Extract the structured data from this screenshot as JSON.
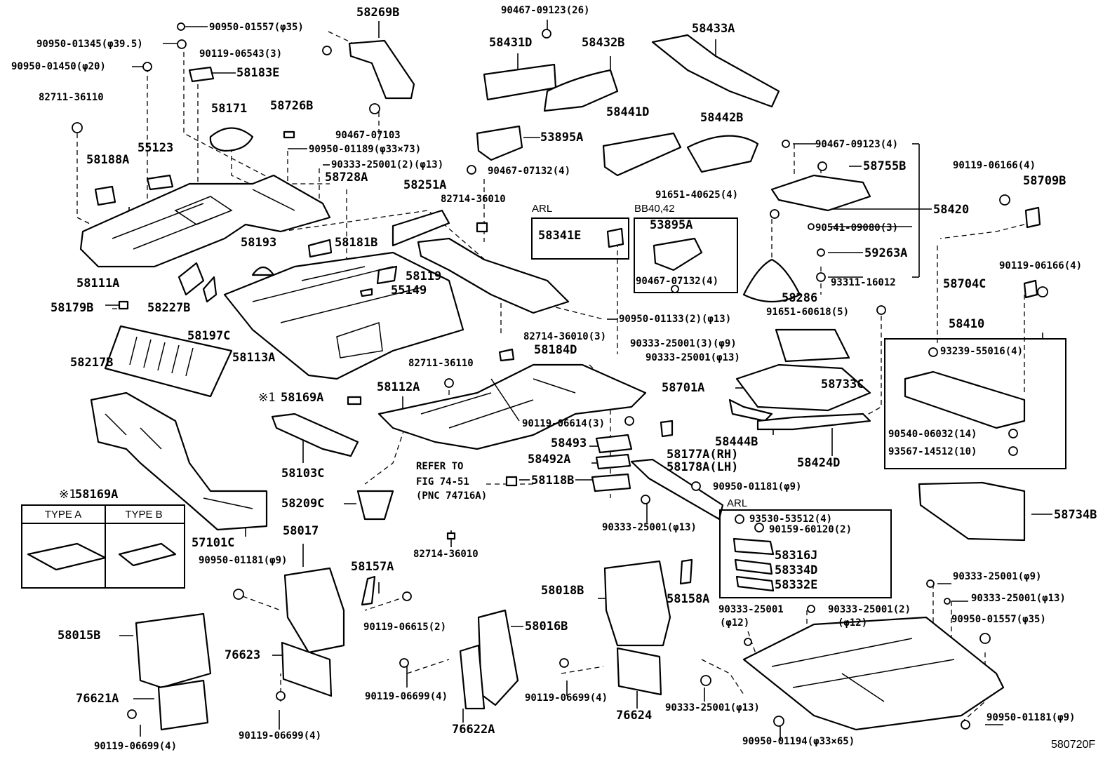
{
  "diagram_id": "580720F",
  "labels": {
    "l58269B": "58269B",
    "l90467_09123_26": "90467-09123(26)",
    "l58433A": "58433A",
    "l90950_01557_a": "90950-01557(φ35)",
    "l90950_01345": "90950-01345(φ39.5)",
    "l90119_06543": "90119-06543(3)",
    "l58431D": "58431D",
    "l58432B": "58432B",
    "l90950_01450": "90950-01450(φ20)",
    "l58183E": "58183E",
    "l82711_36110_a": "82711-36110",
    "l58171": "58171",
    "l58726B": "58726B",
    "l90467_07103": "90467-07103",
    "l58441D": "58441D",
    "l58442B": "58442B",
    "l53895A_a": "53895A",
    "l90950_01189": "90950-01189(φ33×73)",
    "l55123": "55123",
    "l58188A": "58188A",
    "l90333_25001_2_13": "90333-25001(2)(φ13)",
    "l90467_07132_4_a": "90467-07132(4)",
    "l58728A": "58728A",
    "l58251A": "58251A",
    "l82714_36010_a": "82714-36010",
    "l90467_09123_4": "90467-09123(4)",
    "l58755B": "58755B",
    "l90119_06166_a": "90119-06166(4)",
    "l58709B": "58709B",
    "l91651_40625": "91651-40625(4)",
    "l58420": "58420",
    "l90541_09080": "90541-09080(3)",
    "l59263A": "59263A",
    "l93311_16012": "93311-16012",
    "l58341E": "58341E",
    "l53895A_b": "53895A",
    "l58193": "58193",
    "l58181B": "58181B",
    "l58111A": "58111A",
    "l58119": "58119",
    "l55149": "55149",
    "l58179B": "58179B",
    "l58227B": "58227B",
    "l90467_07132_4_b": "90467-07132(4)",
    "l58286": "58286",
    "l90119_06166_b": "90119-06166(4)",
    "l58704C": "58704C",
    "l90950_01133": "90950-01133(2)(φ13)",
    "l91651_60618": "91651-60618(5)",
    "l58410": "58410",
    "l58197C": "58197C",
    "l82714_36010_3": "82714-36010(3)",
    "l90333_25001_3_9": "90333-25001(3)(φ9)",
    "l58184D": "58184D",
    "l93239_55016": "93239-55016(4)",
    "l58217B": "58217B",
    "l58113A": "58113A",
    "l90333_25001_13_a": "90333-25001(φ13)",
    "l82711_36110_b": "82711-36110",
    "l58701A": "58701A",
    "l58733C": "58733C",
    "l58112A": "58112A",
    "l58169A_a": "58169A",
    "l90119_06614": "90119-06614(3)",
    "l58493": "58493",
    "l58444B": "58444B",
    "l90540_06032": "90540-06032(14)",
    "l58177A": "58177A(RH)",
    "l58178A": "58178A(LH)",
    "l58492A": "58492A",
    "l58424D": "58424D",
    "l93567_14512": "93567-14512(10)",
    "l58103C": "58103C",
    "l refer1": "REFER TO",
    "l_refer2": "FIG 74-51",
    "l_refer3": "(PNC 74716A)",
    "l58118B": "58118B",
    "l90950_01181_a": "90950-01181(φ9)",
    "l58169A_b": "58169A",
    "l58209C": "58209C",
    "l58734B": "58734B",
    "l90333_25001_13_b": "90333-25001(φ13)",
    "l93530_53512": "93530-53512(4)",
    "l90159_60120": "90159-60120(2)",
    "l58017": "58017",
    "l57101C": "57101C",
    "l82714_36010_b": "82714-36010",
    "l58316J": "58316J",
    "l58334D": "58334D",
    "l58332E": "58332E",
    "l90950_01181_b": "90950-01181(φ9)",
    "l58157A": "58157A",
    "l58018B": "58018B",
    "l58158A": "58158A",
    "l90333_25001_9": "90333-25001(φ9)",
    "l90333_25001_13_c": "90333-25001(φ13)",
    "l90333_25001_12_a": "90333-25001",
    "l90333_25001_12_a2": "(φ12)",
    "l90333_25001_2_12": "90333-25001(2)",
    "l90333_25001_2_12b": "(φ12)",
    "l90950_01557_b": "90950-01557(φ35)",
    "l58015B": "58015B",
    "l90119_06615": "90119-06615(2)",
    "l58016B": "58016B",
    "l76623": "76623",
    "l90119_06699_a": "90119-06699(4)",
    "l90119_06699_b": "90119-06699(4)",
    "l76621A": "76621A",
    "l90333_25001_13_d": "90333-25001(φ13)",
    "l90950_01181_c": "90950-01181(φ9)",
    "l76624": "76624",
    "l90119_06699_c": "90119-06699(4)",
    "l76622A": "76622A",
    "l90950_01194": "90950-01194(φ33×65)",
    "l90119_06699_d": "90119-06699(4)",
    "l580720F": "580720F"
  },
  "insets": {
    "arl_top": "ARL",
    "bb40": "BB40,42",
    "arl_bottom": "ARL",
    "type_a": "TYPE  A",
    "type_b": "TYPE  B",
    "marker": "※1"
  }
}
